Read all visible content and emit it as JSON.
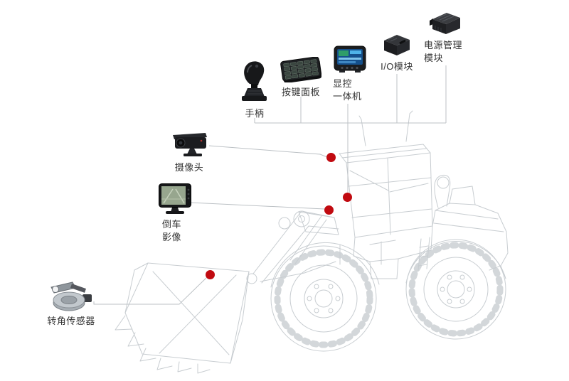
{
  "canvas": {
    "background": "#ffffff",
    "sketch_line_color": "#c8cdd1",
    "connector_line_color": "#bcc1c5",
    "marker_color": "#c10a10",
    "label_color": "#333333",
    "subject": "wheel-loader-component-installation-diagram"
  },
  "components": {
    "joystick": {
      "label": "手柄",
      "icon": "joystick-icon"
    },
    "keypad": {
      "label": "按键面板",
      "icon": "keypad-icon"
    },
    "display_unit": {
      "label": "显控\n一体机",
      "icon": "display-unit-icon"
    },
    "io_module": {
      "label": "I/O模块",
      "icon": "io-module-icon"
    },
    "power_module": {
      "label": "电源管理\n模块",
      "icon": "power-module-icon"
    },
    "camera": {
      "label": "摄像头",
      "icon": "camera-icon"
    },
    "rear_view": {
      "label": "倒车\n影像",
      "icon": "rear-view-monitor-icon"
    },
    "angle_sensor": {
      "label": "转角传感器",
      "icon": "angle-sensor-icon"
    }
  },
  "install_points": {
    "count": 4,
    "color": "#c10a10",
    "ids": [
      "cab-front",
      "cab-interior",
      "boom-mount",
      "bucket-pivot"
    ]
  }
}
